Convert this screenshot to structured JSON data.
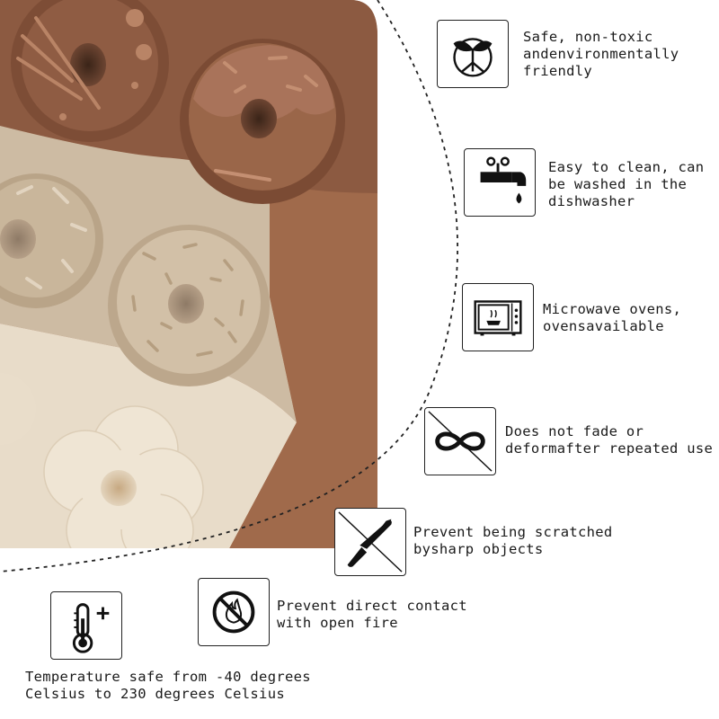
{
  "product_image": {
    "name": "donut silicone mold",
    "colors": [
      "#8a5a42",
      "#c8b39b",
      "#e9ddc9"
    ]
  },
  "features": [
    {
      "id": "safe",
      "icon": "plant-sprout-icon",
      "lines": [
        "Safe, non-toxic",
        "andenvironmentally",
        "friendly"
      ]
    },
    {
      "id": "clean",
      "icon": "faucet-icon",
      "lines": [
        "Easy to clean, can",
        "be washed in the",
        "dishwasher"
      ]
    },
    {
      "id": "microwave",
      "icon": "microwave-icon",
      "lines": [
        "Microwave ovens,",
        "ovensavailable"
      ]
    },
    {
      "id": "nofade",
      "icon": "infinity-icon",
      "lines": [
        "Does not fade or",
        "deformafter repeated use"
      ]
    },
    {
      "id": "knife",
      "icon": "knife-crossed-icon",
      "lines": [
        "Prevent being scratched",
        "bysharp objects"
      ]
    },
    {
      "id": "fire",
      "icon": "no-fire-icon",
      "lines": [
        "Prevent direct contact",
        "with open fire"
      ]
    },
    {
      "id": "temp",
      "icon": "thermometer-plus-icon",
      "lines": [
        "Temperature safe from -40 degrees",
        "Celsius to 230 degrees Celsius"
      ]
    }
  ]
}
